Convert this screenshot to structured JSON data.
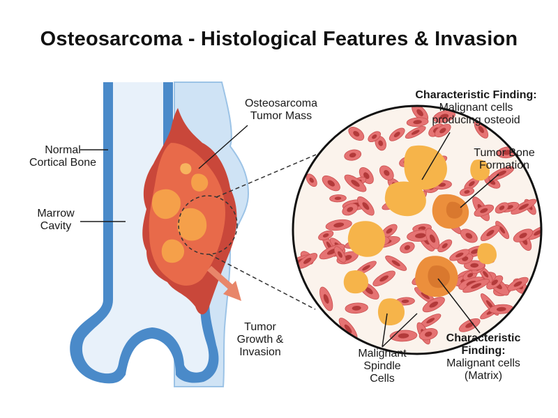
{
  "title": "Osteosarcoma - Histological Features & Invasion",
  "labels": {
    "normal_cortical_bone": [
      "Normal",
      "Cortical Bone"
    ],
    "marrow_cavity": [
      "Marrow",
      "Cavity"
    ],
    "tumor_mass": [
      "Osteosarcoma",
      "Tumor Mass"
    ],
    "tumor_growth": [
      "Tumor",
      "Growth &",
      "Invasion"
    ],
    "finding_osteoid_heading": "Characteristic Finding:",
    "finding_osteoid_body": [
      "Malignant cells",
      "producing osteoid"
    ],
    "tumor_bone_formation": [
      "Tumor Bone",
      "Formation"
    ],
    "spindle_cells": [
      "Malignant",
      "Spindle",
      "Cells"
    ],
    "finding_matrix_heading": [
      "Characteristic",
      "Finding:"
    ],
    "finding_matrix_body": [
      "Malignant cells",
      "(Matrix)"
    ]
  },
  "colors": {
    "cortex": "#4a8ac9",
    "marrow": "#e8f1fa",
    "soft_tissue": "#cfe3f5",
    "tumor_dark": "#c9473a",
    "tumor_mid": "#e86a4a",
    "tumor_light": "#f5a04a",
    "osteoid": "#f6b44a",
    "cell_body": "#e57373",
    "nucleus": "#b33a3a"
  }
}
